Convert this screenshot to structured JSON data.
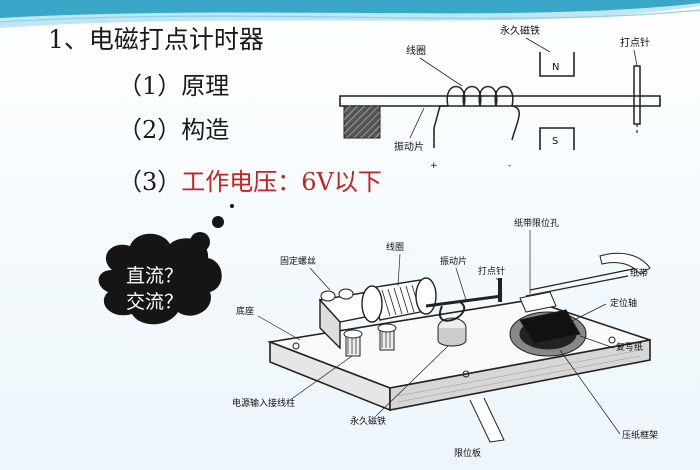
{
  "slide": {
    "title": "1、电磁打点计时器",
    "items": [
      {
        "paren": "（1）",
        "text": "原理"
      },
      {
        "paren": "（2）",
        "text": "构造"
      },
      {
        "paren": "（3）",
        "text": "工作电压：6V以下"
      }
    ],
    "bubble": {
      "line1": "直流？",
      "line2": "交流？"
    },
    "top_diagram": {
      "coil": "线圈",
      "magnet": "永久磁铁",
      "needle": "打点针",
      "reed": "振动片",
      "north": "N",
      "south": "S",
      "plus": "+",
      "minus": "-"
    },
    "bottom_diagram": {
      "screw": "固定螺丝",
      "coil": "线圈",
      "reed": "振动片",
      "tape_hole": "纸带限位孔",
      "needle": "打点针",
      "tape": "纸带",
      "shaft": "定位轴",
      "base": "底座",
      "carbon": "复写纸",
      "terminal": "电源输入接线柱",
      "magnet": "永久磁铁",
      "limiter": "限位板",
      "frame": "压纸框架"
    }
  },
  "colors": {
    "red_text": "#c62222",
    "bubble": "#151515",
    "deco_teal": "#3aa7c9"
  }
}
